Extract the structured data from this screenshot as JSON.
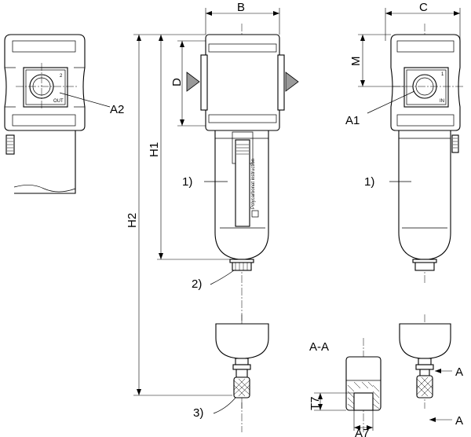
{
  "labels": {
    "B": "B",
    "C": "C",
    "D": "D",
    "M": "M",
    "H1": "H1",
    "H2": "H2",
    "A1": "A1",
    "A2": "A2",
    "A7": "A7",
    "T7": "T7",
    "section": "A-A",
    "arrow_a_upper": "A",
    "arrow_a_lower": "A",
    "callout_1_front": "1)",
    "callout_1_right": "1)",
    "callout_2": "2)",
    "callout_3": "3)"
  },
  "port_marks": {
    "in": "IN",
    "out": "OUT",
    "one": "1",
    "two": "2"
  },
  "bowl_text": "Polycarbonat  instruction"
}
